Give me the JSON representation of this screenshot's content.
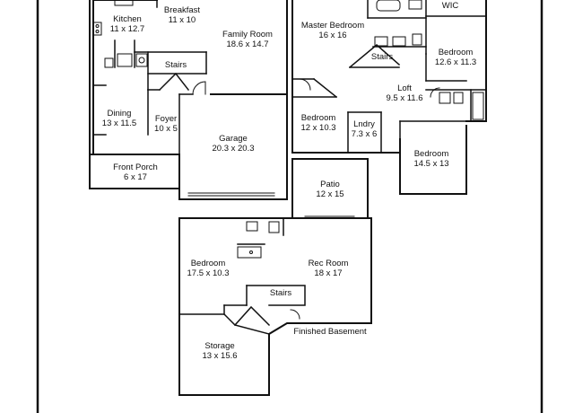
{
  "rooms": {
    "kitchen": {
      "name": "Kitchen",
      "dims": "11 x 12.7"
    },
    "breakfast": {
      "name": "Breakfast",
      "dims": "11 x 10"
    },
    "family_room": {
      "name": "Family Room",
      "dims": "18.6 x 14.7"
    },
    "stairs_main": {
      "name": "Stairs"
    },
    "dining": {
      "name": "Dining",
      "dims": "13 x 11.5"
    },
    "foyer": {
      "name": "Foyer",
      "dims": "10 x 5"
    },
    "garage": {
      "name": "Garage",
      "dims": "20.3 x 20.3"
    },
    "front_porch": {
      "name": "Front Porch",
      "dims": "6 x 17"
    },
    "master_bedroom": {
      "name": "Master Bedroom",
      "dims": "16 x 16"
    },
    "wic": {
      "name": "WIC"
    },
    "stairs_upper": {
      "name": "Stairs"
    },
    "bedroom_ne": {
      "name": "Bedroom",
      "dims": "12.6 x 11.3"
    },
    "loft": {
      "name": "Loft",
      "dims": "9.5 x 11.6"
    },
    "bedroom_sw": {
      "name": "Bedroom",
      "dims": "12 x 10.3"
    },
    "laundry": {
      "name": "Lndry",
      "dims": "7.3 x 6"
    },
    "bedroom_se": {
      "name": "Bedroom",
      "dims": "14.5 x 13"
    },
    "patio": {
      "name": "Patio",
      "dims": "12 x 15"
    },
    "bedroom_bsmt": {
      "name": "Bedroom",
      "dims": "17.5 x 10.3"
    },
    "rec_room": {
      "name": "Rec Room",
      "dims": "18 x 17"
    },
    "stairs_bsmt": {
      "name": "Stairs"
    },
    "storage": {
      "name": "Storage",
      "dims": "13 x 15.6"
    },
    "finished_basement": {
      "name": "Finished Basement"
    }
  },
  "colors": {
    "wall": "#111111",
    "fixture": "#333333",
    "background": "#ffffff"
  }
}
